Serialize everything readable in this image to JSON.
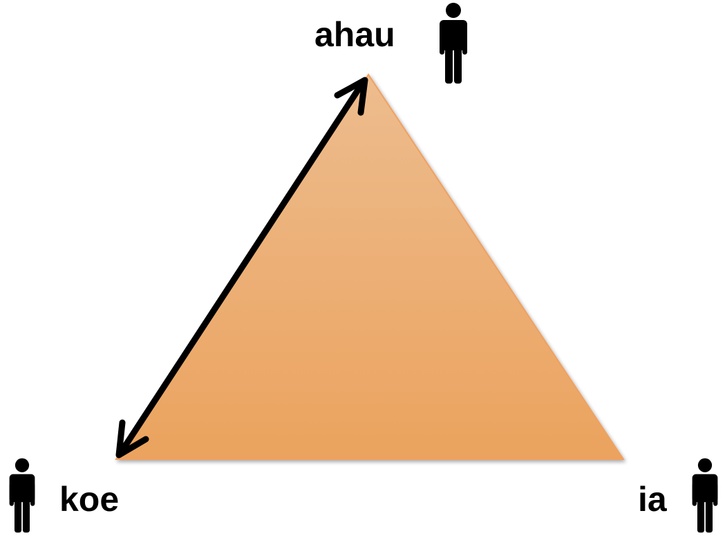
{
  "diagram": {
    "vertices": {
      "top": {
        "label": "ahau",
        "icon": "person-icon"
      },
      "left": {
        "label": "koe",
        "icon": "person-icon"
      },
      "right": {
        "label": "ia",
        "icon": "person-icon"
      }
    },
    "arrow": {
      "from": "left",
      "to": "top",
      "style": "double-headed"
    },
    "colors": {
      "triangle_top": "#EDBC8E",
      "triangle_bottom": "#EBA35E",
      "triangle_edge": "#F0A060",
      "arrow": "#000000",
      "icon": "#000000"
    }
  }
}
